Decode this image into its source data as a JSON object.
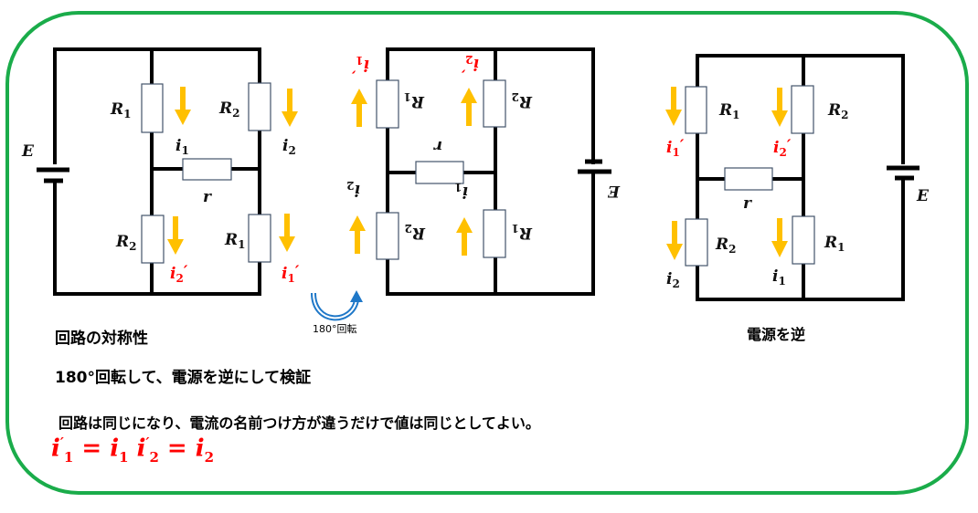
{
  "colors": {
    "frame": "#1aac4a",
    "arrow": "#ffc000",
    "accent_red": "#ff0000",
    "rotate_icon": "#1f78c8"
  },
  "circuits": [
    {
      "name": "original",
      "labels": {
        "E": "E",
        "R1_top": "R",
        "R1_top_sub": "1",
        "R2_top": "R",
        "R2_top_sub": "2",
        "r": "r",
        "R2_bottom": "R",
        "R2_bottom_sub": "2",
        "R1_bottom": "R",
        "R1_bottom_sub": "1",
        "i1": "i",
        "i1_sub": "1",
        "i2": "i",
        "i2_sub": "2",
        "i2p": "i",
        "i2p_sub": "2",
        "i2p_prime": "′",
        "i1p": "i",
        "i1p_sub": "1",
        "i1p_prime": "′"
      }
    },
    {
      "name": "rotated-180",
      "caption_icon": "rotate-180-icon",
      "caption": "180°回転"
    },
    {
      "name": "source-reversed",
      "caption": "電源を逆",
      "labels": {
        "E": "E",
        "R1_top": "R",
        "R1_top_sub": "1",
        "R2_top": "R",
        "R2_top_sub": "2",
        "r": "r",
        "R2_bottom": "R",
        "R2_bottom_sub": "2",
        "R1_bottom": "R",
        "R1_bottom_sub": "1",
        "i1p": "i",
        "i1p_sub": "1",
        "i1p_prime": "′",
        "i2p": "i",
        "i2p_sub": "2",
        "i2p_prime": "′",
        "i2": "i",
        "i2_sub": "2",
        "i1": "i",
        "i1_sub": "1"
      }
    }
  ],
  "text": {
    "heading": "回路の対称性",
    "line1": "180°回転して、電源を逆にして検証",
    "line2": "回路は同じになり、電流の名前つけ方が違うだけで値は同じとしてよい。"
  },
  "equation": {
    "a": "i",
    "a_sup": "′",
    "a_sub": "1",
    "eq1": " = ",
    "b": "i",
    "b_sub": "1",
    "c": "i",
    "c_sup": "′",
    "c_sub": "2",
    "eq2": " = ",
    "d": "i",
    "d_sub": "2"
  }
}
